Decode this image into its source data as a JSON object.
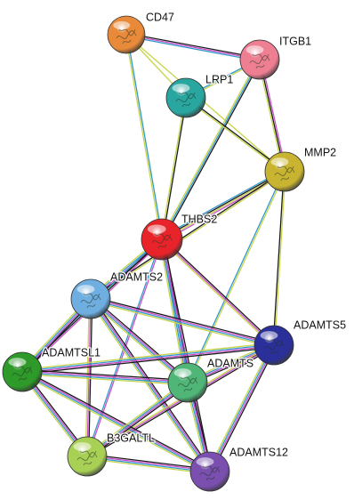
{
  "network": {
    "nodes": [
      {
        "id": "CD47",
        "label": "CD47",
        "color": "#e88a3a"
      },
      {
        "id": "ITGB1",
        "label": "ITGB1",
        "color": "#ee7f93"
      },
      {
        "id": "LRP1",
        "label": "LRP1",
        "color": "#2aa6a0"
      },
      {
        "id": "MMP2",
        "label": "MMP2",
        "color": "#c8b430"
      },
      {
        "id": "THBS2",
        "label": "THBS2",
        "color": "#e8242a"
      },
      {
        "id": "ADAMTS2",
        "label": "ADAMTS2",
        "color": "#6eaee0"
      },
      {
        "id": "ADAMTS5",
        "label": "ADAMTS5",
        "color": "#2a2f9a"
      },
      {
        "id": "ADAMTSL1",
        "label": "ADAMTSL1",
        "color": "#2e9a2a"
      },
      {
        "id": "ADAMTS",
        "label": "ADAMTS",
        "color": "#4fb678"
      },
      {
        "id": "B3GALTL",
        "label": "B3GALTL",
        "color": "#a8d055"
      },
      {
        "id": "ADAMTS12",
        "label": "ADAMTS12",
        "color": "#7a4fb0"
      }
    ],
    "edges": [
      {
        "source": "CD47",
        "target": "ITGB1",
        "types": [
          "#1a1a1a",
          "#c94fc9",
          "#3399cc"
        ]
      },
      {
        "source": "CD47",
        "target": "LRP1",
        "types": [
          "#c8d44a"
        ]
      },
      {
        "source": "CD47",
        "target": "MMP2",
        "types": [
          "#c8d44a"
        ]
      },
      {
        "source": "CD47",
        "target": "THBS2",
        "types": [
          "#3399cc",
          "#c8d44a"
        ]
      },
      {
        "source": "ITGB1",
        "target": "LRP1",
        "types": [
          "#c8d44a",
          "#3399cc"
        ]
      },
      {
        "source": "ITGB1",
        "target": "MMP2",
        "types": [
          "#c94fc9",
          "#1a1a1a",
          "#c8d44a"
        ]
      },
      {
        "source": "ITGB1",
        "target": "THBS2",
        "types": [
          "#1a1a1a",
          "#3399cc",
          "#c8d44a"
        ]
      },
      {
        "source": "LRP1",
        "target": "MMP2",
        "types": [
          "#1a1a1a",
          "#c8d44a"
        ]
      },
      {
        "source": "LRP1",
        "target": "THBS2",
        "types": [
          "#1a1a1a",
          "#c8d44a"
        ]
      },
      {
        "source": "MMP2",
        "target": "THBS2",
        "types": [
          "#c94fc9",
          "#c8d44a",
          "#1a1a1a",
          "#3399cc"
        ]
      },
      {
        "source": "MMP2",
        "target": "ADAMTS2",
        "types": [
          "#c8d44a",
          "#1a1a1a"
        ]
      },
      {
        "source": "MMP2",
        "target": "ADAMTS",
        "types": [
          "#c8d44a",
          "#3399cc"
        ]
      },
      {
        "source": "MMP2",
        "target": "ADAMTS5",
        "types": [
          "#c8d44a",
          "#1a1a1a"
        ]
      },
      {
        "source": "THBS2",
        "target": "ADAMTS2",
        "types": [
          "#1a1a1a",
          "#c94fc9",
          "#3399cc",
          "#c8d44a"
        ]
      },
      {
        "source": "THBS2",
        "target": "ADAMTS5",
        "types": [
          "#1a1a1a",
          "#c94fc9",
          "#c8d44a"
        ]
      },
      {
        "source": "THBS2",
        "target": "ADAMTSL1",
        "types": [
          "#c94fc9",
          "#1a1a1a",
          "#3399cc"
        ]
      },
      {
        "source": "THBS2",
        "target": "ADAMTS",
        "types": [
          "#1a1a1a",
          "#c94fc9",
          "#3399cc",
          "#c8d44a"
        ]
      },
      {
        "source": "THBS2",
        "target": "B3GALTL",
        "types": [
          "#c94fc9",
          "#3399cc"
        ]
      },
      {
        "source": "THBS2",
        "target": "ADAMTS12",
        "types": [
          "#1a1a1a",
          "#c94fc9",
          "#3399cc"
        ]
      },
      {
        "source": "ADAMTS2",
        "target": "ADAMTS5",
        "types": [
          "#1a1a1a",
          "#c94fc9",
          "#3399cc",
          "#c8d44a"
        ]
      },
      {
        "source": "ADAMTS2",
        "target": "ADAMTSL1",
        "types": [
          "#1a1a1a",
          "#c94fc9",
          "#3399cc",
          "#c8d44a"
        ]
      },
      {
        "source": "ADAMTS2",
        "target": "ADAMTS",
        "types": [
          "#1a1a1a",
          "#c94fc9",
          "#3399cc",
          "#c8d44a"
        ]
      },
      {
        "source": "ADAMTS2",
        "target": "B3GALTL",
        "types": [
          "#1a1a1a",
          "#c94fc9",
          "#c8d44a"
        ]
      },
      {
        "source": "ADAMTS2",
        "target": "ADAMTS12",
        "types": [
          "#1a1a1a",
          "#c94fc9",
          "#3399cc",
          "#c8d44a"
        ]
      },
      {
        "source": "ADAMTS5",
        "target": "ADAMTSL1",
        "types": [
          "#1a1a1a",
          "#c94fc9",
          "#3399cc",
          "#c8d44a"
        ]
      },
      {
        "source": "ADAMTS5",
        "target": "ADAMTS",
        "types": [
          "#1a1a1a",
          "#c94fc9",
          "#3399cc",
          "#c8d44a"
        ]
      },
      {
        "source": "ADAMTS5",
        "target": "B3GALTL",
        "types": [
          "#1a1a1a",
          "#c94fc9",
          "#c8d44a"
        ]
      },
      {
        "source": "ADAMTS5",
        "target": "ADAMTS12",
        "types": [
          "#1a1a1a",
          "#c94fc9",
          "#3399cc",
          "#c8d44a"
        ]
      },
      {
        "source": "ADAMTSL1",
        "target": "ADAMTS",
        "types": [
          "#1a1a1a",
          "#c94fc9",
          "#3399cc",
          "#c8d44a"
        ]
      },
      {
        "source": "ADAMTSL1",
        "target": "B3GALTL",
        "types": [
          "#1a1a1a",
          "#c94fc9",
          "#3399cc",
          "#c8d44a"
        ]
      },
      {
        "source": "ADAMTSL1",
        "target": "ADAMTS12",
        "types": [
          "#1a1a1a",
          "#c94fc9",
          "#3399cc",
          "#c8d44a"
        ]
      },
      {
        "source": "ADAMTS",
        "target": "B3GALTL",
        "types": [
          "#1a1a1a",
          "#c94fc9",
          "#3399cc",
          "#c8d44a"
        ]
      },
      {
        "source": "ADAMTS",
        "target": "ADAMTS12",
        "types": [
          "#1a1a1a",
          "#c94fc9",
          "#3399cc",
          "#c8d44a"
        ]
      },
      {
        "source": "B3GALTL",
        "target": "ADAMTS12",
        "types": [
          "#1a1a1a",
          "#c94fc9",
          "#3399cc",
          "#c8d44a"
        ]
      }
    ]
  }
}
